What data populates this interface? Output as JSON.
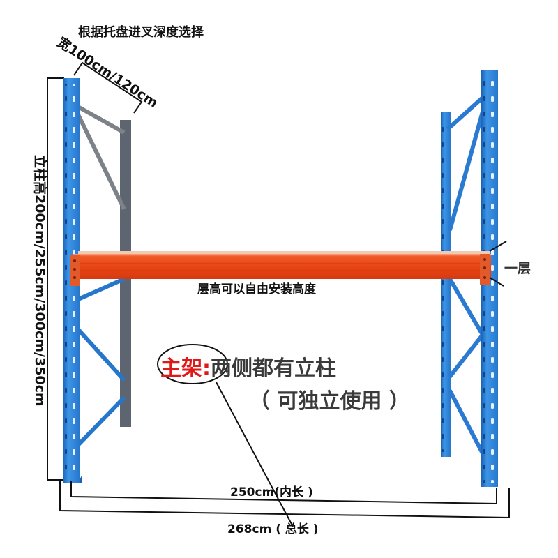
{
  "diagram": {
    "title": "根据托盘进叉深度选择",
    "depth_label": "宽100cm/120cm",
    "upright_height_label": "立柱高200cm/255cm/300cm/350cm",
    "layer_label": "一层",
    "level_note": "层高可以自由安装高度",
    "main_frame": {
      "keyword": "主架",
      "colon": ":",
      "description": "两侧都有立柱",
      "note": "（ 可独立使用 ）"
    },
    "inner_length_label": "250cm(内长 )",
    "total_length_label": "268cm ( 总长 )",
    "colors": {
      "upright_blue": "#2f84d8",
      "upright_dark": "#1e5fb0",
      "beam_orange": "#ee4b1e",
      "brace_grey": "#7d8188",
      "keyword_red": "#e01818"
    }
  }
}
